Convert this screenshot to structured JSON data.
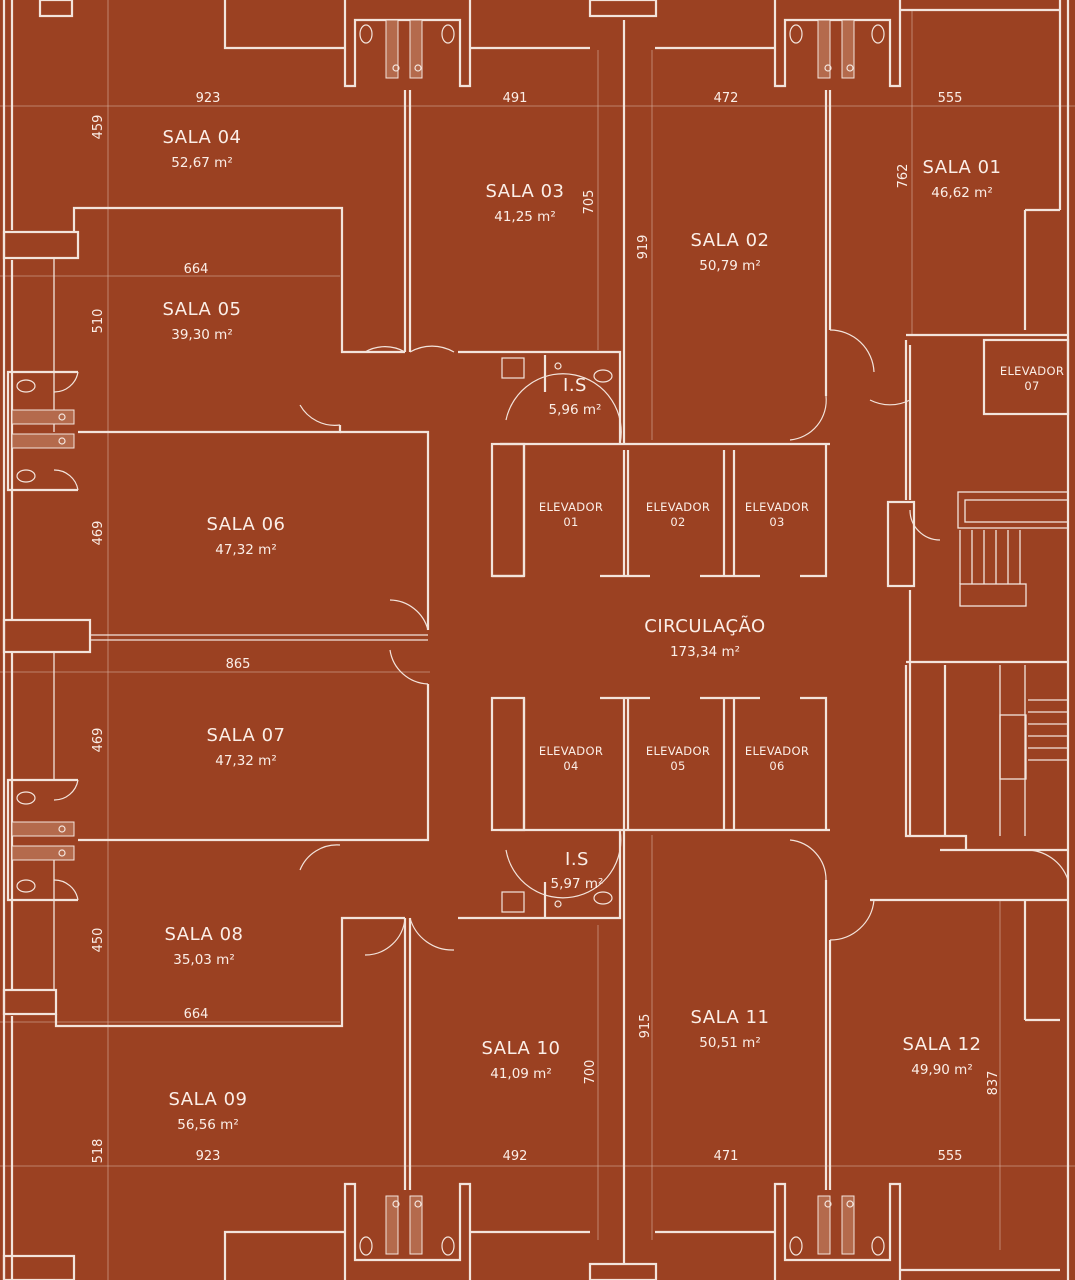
{
  "colors": {
    "background": "#9b4122",
    "lines": "#f3e4dc",
    "text": "#fbeee7"
  },
  "rooms": {
    "sala04": {
      "name": "SALA 04",
      "area": "52,67 m²"
    },
    "sala03": {
      "name": "SALA 03",
      "area": "41,25 m²"
    },
    "sala02": {
      "name": "SALA 02",
      "area": "50,79 m²"
    },
    "sala01": {
      "name": "SALA 01",
      "area": "46,62 m²"
    },
    "sala05": {
      "name": "SALA 05",
      "area": "39,30 m²"
    },
    "is_top": {
      "name": "I.S",
      "area": "5,96 m²"
    },
    "sala06": {
      "name": "SALA 06",
      "area": "47,32 m²"
    },
    "circulacao": {
      "name": "CIRCULAÇÃO",
      "area": "173,34 m²"
    },
    "sala07": {
      "name": "SALA 07",
      "area": "47,32 m²"
    },
    "is_bottom": {
      "name": "I.S",
      "area": "5,97 m²"
    },
    "sala08": {
      "name": "SALA 08",
      "area": "35,03 m²"
    },
    "sala11": {
      "name": "SALA 11",
      "area": "50,51 m²"
    },
    "sala10": {
      "name": "SALA 10",
      "area": "41,09 m²"
    },
    "sala12": {
      "name": "SALA 12",
      "area": "49,90 m²"
    },
    "sala09": {
      "name": "SALA 09",
      "area": "56,56 m²"
    }
  },
  "elevators": {
    "e01": {
      "label": "ELEVADOR",
      "num": "01"
    },
    "e02": {
      "label": "ELEVADOR",
      "num": "02"
    },
    "e03": {
      "label": "ELEVADOR",
      "num": "03"
    },
    "e04": {
      "label": "ELEVADOR",
      "num": "04"
    },
    "e05": {
      "label": "ELEVADOR",
      "num": "05"
    },
    "e06": {
      "label": "ELEVADOR",
      "num": "06"
    },
    "e07": {
      "label": "ELEVADOR",
      "num": "07"
    }
  },
  "dimensions": {
    "top_923": "923",
    "top_491": "491",
    "top_472": "472",
    "top_555": "555",
    "v_459": "459",
    "v_762": "762",
    "v_705": "705",
    "v_919": "919",
    "h_664_top": "664",
    "v_510": "510",
    "v_469_a": "469",
    "h_865": "865",
    "v_469_b": "469",
    "v_450": "450",
    "h_664_bottom": "664",
    "v_915": "915",
    "v_700": "700",
    "v_837": "837",
    "v_518": "518",
    "bot_923": "923",
    "bot_492": "492",
    "bot_471": "471",
    "bot_555": "555"
  }
}
